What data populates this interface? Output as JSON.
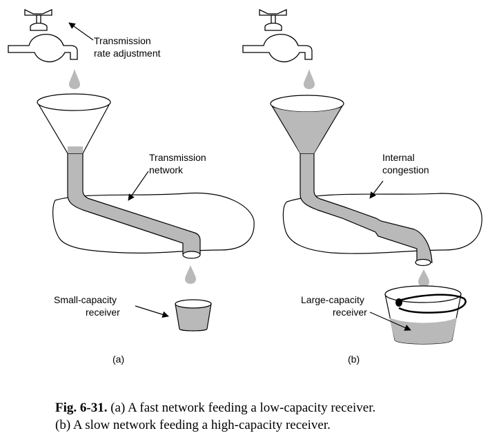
{
  "panel_a": {
    "faucet_label_line1": "Transmission",
    "faucet_label_line2": "rate adjustment",
    "network_label_line1": "Transmission",
    "network_label_line2": "network",
    "receiver_label_line1": "Small-capacity",
    "receiver_label_line2": "receiver",
    "panel_id": "(a)"
  },
  "panel_b": {
    "network_label_line1": "Internal",
    "network_label_line2": "congestion",
    "receiver_label_line1": "Large-capacity",
    "receiver_label_line2": "receiver",
    "panel_id": "(b)"
  },
  "caption": {
    "fig_number": "Fig. 6-31.",
    "line1_rest": " (a) A fast network feeding a low-capacity receiver.",
    "line2": "(b) A slow network feeding a high-capacity receiver."
  },
  "colors": {
    "water": "#b9b9b9",
    "outline": "#000000"
  }
}
